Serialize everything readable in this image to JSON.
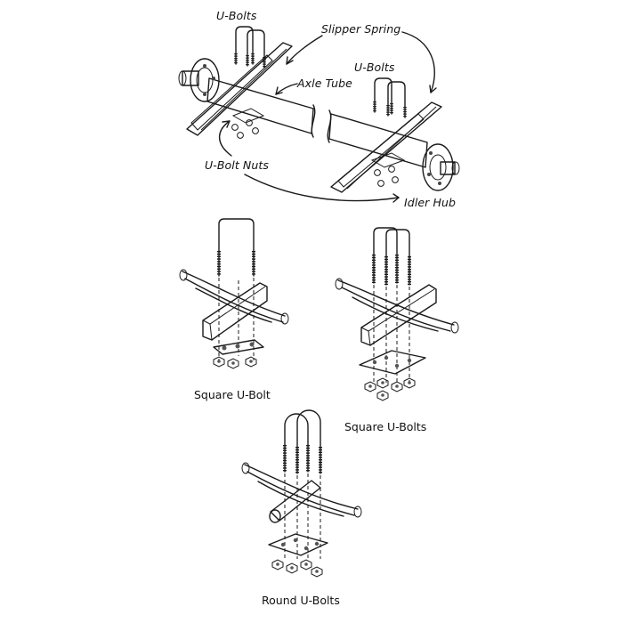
{
  "overview": {
    "labels": {
      "u_bolts_left": "U-Bolts",
      "slipper_spring": "Slipper Spring",
      "axle_tube": "Axle Tube",
      "u_bolts_right": "U-Bolts",
      "u_bolt_nuts": "U-Bolt Nuts",
      "idler_hub": "Idler Hub"
    }
  },
  "details": {
    "square_u_bolt": "Square U-Bolt",
    "square_u_bolts": "Square U-Bolts",
    "round_u_bolts": "Round U-Bolts"
  },
  "colors": {
    "ink": "#1a1a1a",
    "metal_light": "#e6e6e6",
    "metal_mid": "#bdbdbd",
    "metal_dark": "#6e6e6e",
    "spring_dark": "#333333"
  }
}
